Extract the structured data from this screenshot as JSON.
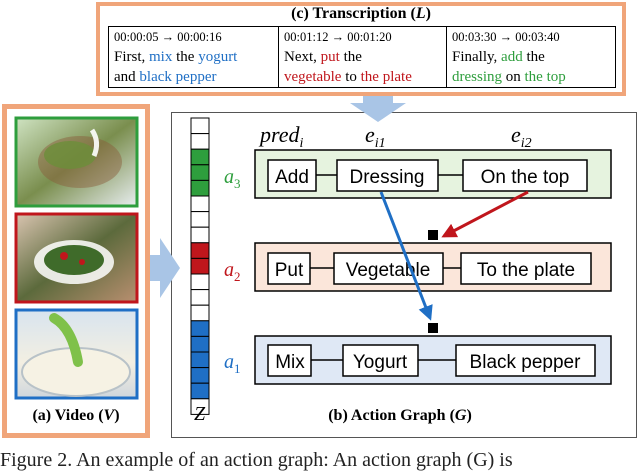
{
  "transcription": {
    "title": "(c) Transcription (",
    "title_var": "L",
    "title_close": ")",
    "cells": [
      {
        "time": "00:00:05 → 00:00:16",
        "segments": [
          {
            "text": "First, ",
            "color": "#000000"
          },
          {
            "text": "mix",
            "color": "#1f6fc5"
          },
          {
            "text": " the ",
            "color": "#000000"
          },
          {
            "text": "yogurt",
            "color": "#1f6fc5"
          },
          {
            "text": "and ",
            "color": "#000000"
          },
          {
            "text": "black pepper",
            "color": "#1f6fc5"
          }
        ]
      },
      {
        "time": "00:01:12 → 00:01:20",
        "segments": [
          {
            "text": "Next, ",
            "color": "#000000"
          },
          {
            "text": "put",
            "color": "#c0161c"
          },
          {
            "text": " the",
            "color": "#000000"
          },
          {
            "text": "vegetable",
            "color": "#c0161c"
          },
          {
            "text": " to ",
            "color": "#000000"
          },
          {
            "text": "the plate",
            "color": "#c0161c"
          }
        ]
      },
      {
        "time": "00:03:30 → 00:03:40",
        "segments": [
          {
            "text": "Finally, ",
            "color": "#000000"
          },
          {
            "text": "add",
            "color": "#2e9e3d"
          },
          {
            "text": " the",
            "color": "#000000"
          },
          {
            "text": "dressing",
            "color": "#2e9e3d"
          },
          {
            "text": " on ",
            "color": "#000000"
          },
          {
            "text": "the top",
            "color": "#2e9e3d"
          }
        ]
      }
    ]
  },
  "video": {
    "label": "(a) Video (",
    "label_var": "V",
    "label_close": ")",
    "frames": [
      {
        "border": "#2e9e3d",
        "description_icon": "salad-with-dressing-photo"
      },
      {
        "border": "#c0161c",
        "description_icon": "vegetables-on-plate-photo"
      },
      {
        "border": "#1f6fc5",
        "description_icon": "yogurt-mixing-photo"
      }
    ]
  },
  "graph": {
    "label": "(b) Action Graph (",
    "label_var": "G",
    "label_close": ")",
    "col_headers": {
      "pred": "pred",
      "pred_sub": "i",
      "e1": "e",
      "e1_sub": "i1",
      "e2": "e",
      "e2_sub": "i2"
    },
    "z_label": "Z",
    "actions": [
      {
        "name": "a",
        "sub": "3",
        "color": "#2e9e3d",
        "bg": "#e6f3df",
        "nodes": [
          "Add",
          "Dressing",
          "On the top"
        ]
      },
      {
        "name": "a",
        "sub": "2",
        "color": "#c0161c",
        "bg": "#fbe6da",
        "nodes": [
          "Put",
          "Vegetable",
          "To the plate"
        ]
      },
      {
        "name": "a",
        "sub": "1",
        "color": "#1f6fc5",
        "bg": "#dfe8f5",
        "nodes": [
          "Mix",
          "Yogurt",
          "Black pepper"
        ]
      }
    ],
    "z_cells": [
      "white",
      "white",
      "green",
      "green",
      "green",
      "white",
      "white",
      "white",
      "red",
      "red",
      "white",
      "white",
      "white",
      "blue",
      "blue",
      "blue",
      "blue",
      "blue",
      "white"
    ]
  },
  "caption": "Figure 2. An example of an action graph: An action graph (G) is",
  "colors": {
    "orange": "#f0a57a",
    "green": "#2e9e3d",
    "red": "#c0161c",
    "blue": "#1f6fc5",
    "arrow_fill": "#a9c5e6",
    "graph_border": "#555555"
  }
}
